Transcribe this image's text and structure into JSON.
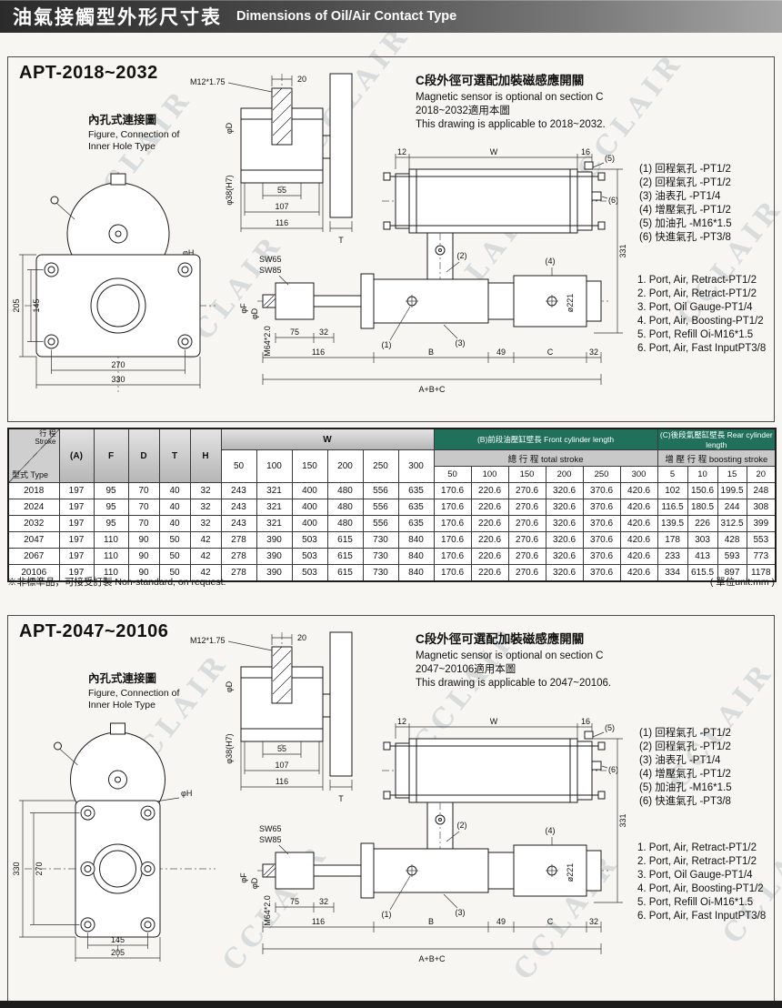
{
  "header": {
    "title_zh": "油氣接觸型外形尺寸表",
    "title_en": "Dimensions of Oil/Air Contact Type"
  },
  "watermark": "CCLAIR",
  "note": {
    "left": "※非標準品，可接受訂製  Non-standard, on request.",
    "right": "( 單位unit:mm )"
  },
  "labels": {
    "m12": "M12*1.75",
    "d20": "20",
    "phiD": "φD",
    "phi38": "φ38(H7)",
    "d55": "55",
    "d107": "107",
    "d116": "116",
    "t": "T",
    "sw65": "SW65",
    "sw85": "SW85",
    "m64": "M64*2.0",
    "phiF": "φF",
    "phiH": "φH",
    "d75": "75",
    "d32": "32",
    "b": "B",
    "d49": "49",
    "c": "C",
    "abc": "A+B+C",
    "d12": "12",
    "w": "W",
    "d16": "16",
    "d331": "331",
    "phi221": "ø221",
    "c1": "(1)",
    "c2": "(2)",
    "c3": "(3)",
    "c4": "(4)",
    "c5": "(5)",
    "c6": "(6)"
  },
  "sections": [
    {
      "model": "APT-2018~2032",
      "figure_zh": "內孔式連接圖",
      "figure_en1": "Figure, Connection of",
      "figure_en2": "Inner Hole Type",
      "sensor_zh": "C段外徑可選配加裝磁感應開關",
      "sensor_en": "Magnetic sensor is optional on section C",
      "applicable_zh": "2018~2032適用本圖",
      "applicable_en": "This drawing is applicable to 2018~2032.",
      "ports_zh": [
        "(1) 回程氣孔 -PT1/2",
        "(2) 回程氣孔 -PT1/2",
        "(3) 油表孔 -PT1/4",
        "(4) 增壓氣孔 -PT1/2",
        "(5) 加油孔 -M16*1.5",
        "(6) 快進氣孔 -PT3/8"
      ],
      "ports_en": [
        "1. Port, Air, Retract-PT1/2",
        "2. Port, Air, Retract-PT1/2",
        "3. Port, Oil Gauge-PT1/4",
        "4. Port, Air, Boosting-PT1/2",
        "5. Port, Refill Oi-M16*1.5",
        "6. Port, Air, Fast InputPT3/8"
      ],
      "flange": {
        "v_outer": "205",
        "v_inner": "145",
        "h_inner": "270",
        "h_outer": "330"
      }
    },
    {
      "model": "APT-2047~20106",
      "figure_zh": "內孔式連接圖",
      "figure_en1": "Figure, Connection of",
      "figure_en2": "Inner Hole Type",
      "sensor_zh": "C段外徑可選配加裝磁感應開關",
      "sensor_en": "Magnetic sensor is optional on section C",
      "applicable_zh": "2047~20106適用本圖",
      "applicable_en": "This drawing is applicable to 2047~20106.",
      "ports_zh": [
        "(1) 回程氣孔 -PT1/2",
        "(2) 回程氣孔 -PT1/2",
        "(3) 油表孔 -PT1/4",
        "(4) 增壓氣孔 -PT1/2",
        "(5) 加油孔 -M16*1.5",
        "(6) 快進氣孔 -PT3/8"
      ],
      "ports_en": [
        "1. Port, Air, Retract-PT1/2",
        "2. Port, Air, Retract-PT1/2",
        "3. Port, Oil Gauge-PT1/4",
        "4. Port, Air, Boosting-PT1/2",
        "5. Port, Refill Oi-M16*1.5",
        "6. Port, Air, Fast InputPT3/8"
      ],
      "flange": {
        "v_outer": "330",
        "v_inner": "270",
        "h_inner": "145",
        "h_outer": "205"
      }
    }
  ],
  "table": {
    "corner": {
      "stroke_zh": "行 程",
      "stroke_en": "Stroke",
      "type_zh": "型式",
      "type_en": "Type"
    },
    "head": {
      "a": "(A)",
      "f": "F",
      "d": "D",
      "t": "T",
      "h": "H",
      "w": "W",
      "b_title": "(B)前段油壓缸壁長 Front cylinder length",
      "c_title": "(C)後段氣壓缸壁長 Rear cylinder length",
      "b_sub": "總 行 程  total stroke",
      "c_sub": "增 壓 行 程  boosting stroke"
    },
    "w_cols": [
      "50",
      "100",
      "150",
      "200",
      "250",
      "300"
    ],
    "b_cols": [
      "50",
      "100",
      "150",
      "200",
      "250",
      "300"
    ],
    "c_cols": [
      "5",
      "10",
      "15",
      "20"
    ],
    "rows": [
      {
        "type": "2018",
        "vals": [
          "197",
          "95",
          "70",
          "40",
          "32"
        ],
        "w": [
          "243",
          "321",
          "400",
          "480",
          "556",
          "635"
        ],
        "b": [
          "170.6",
          "220.6",
          "270.6",
          "320.6",
          "370.6",
          "420.6"
        ],
        "c": [
          "102",
          "150.6",
          "199.5",
          "248"
        ]
      },
      {
        "type": "2024",
        "vals": [
          "197",
          "95",
          "70",
          "40",
          "32"
        ],
        "w": [
          "243",
          "321",
          "400",
          "480",
          "556",
          "635"
        ],
        "b": [
          "170.6",
          "220.6",
          "270.6",
          "320.6",
          "370.6",
          "420.6"
        ],
        "c": [
          "116.5",
          "180.5",
          "244",
          "308"
        ]
      },
      {
        "type": "2032",
        "vals": [
          "197",
          "95",
          "70",
          "40",
          "32"
        ],
        "w": [
          "243",
          "321",
          "400",
          "480",
          "556",
          "635"
        ],
        "b": [
          "170.6",
          "220.6",
          "270.6",
          "320.6",
          "370.6",
          "420.6"
        ],
        "c": [
          "139.5",
          "226",
          "312.5",
          "399"
        ]
      },
      {
        "type": "2047",
        "vals": [
          "197",
          "110",
          "90",
          "50",
          "42"
        ],
        "w": [
          "278",
          "390",
          "503",
          "615",
          "730",
          "840"
        ],
        "b": [
          "170.6",
          "220.6",
          "270.6",
          "320.6",
          "370.6",
          "420.6"
        ],
        "c": [
          "178",
          "303",
          "428",
          "553"
        ]
      },
      {
        "type": "2067",
        "vals": [
          "197",
          "110",
          "90",
          "50",
          "42"
        ],
        "w": [
          "278",
          "390",
          "503",
          "615",
          "730",
          "840"
        ],
        "b": [
          "170.6",
          "220.6",
          "270.6",
          "320.6",
          "370.6",
          "420.6"
        ],
        "c": [
          "233",
          "413",
          "593",
          "773"
        ]
      },
      {
        "type": "20106",
        "vals": [
          "197",
          "110",
          "90",
          "50",
          "42"
        ],
        "w": [
          "278",
          "390",
          "503",
          "615",
          "730",
          "840"
        ],
        "b": [
          "170.6",
          "220.6",
          "270.6",
          "320.6",
          "370.6",
          "420.6"
        ],
        "c": [
          "334",
          "615.5",
          "897",
          "1178"
        ]
      }
    ]
  }
}
